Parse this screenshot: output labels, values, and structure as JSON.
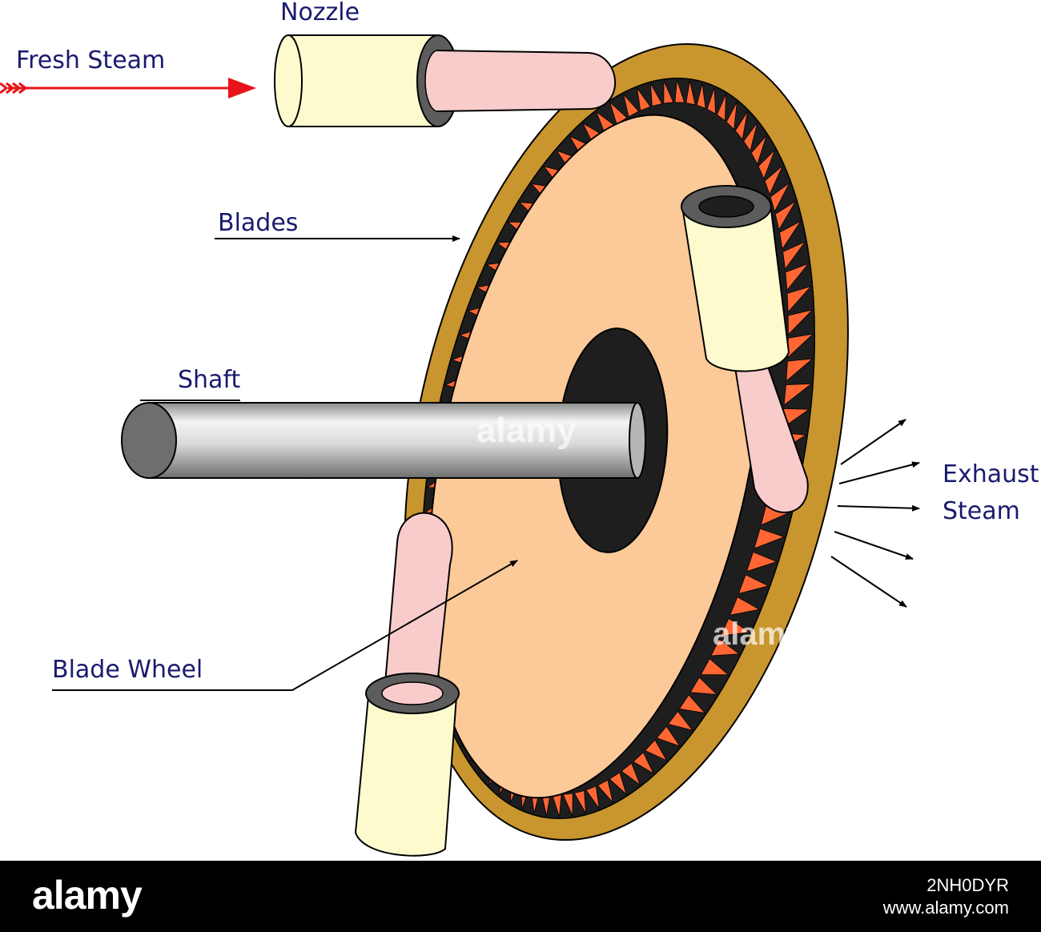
{
  "labels": {
    "nozzle": "Nozzle",
    "fresh_steam": "Fresh Steam",
    "blades": "Blades",
    "shaft": "Shaft",
    "exhaust_line1": "Exhaust",
    "exhaust_line2": "Steam",
    "blade_wheel": "Blade Wheel"
  },
  "watermark": "alamy",
  "footer": {
    "logo": "alamy",
    "image_id": "2NH0DYR",
    "url": "www.alamy.com"
  },
  "colors": {
    "label_text": "#1a1a6e",
    "fresh_steam_arrow": "#e8131a",
    "rim": "#c8952e",
    "blades": "#ff6633",
    "wheel_face": "#fcc999",
    "hub": "#1e1e1e",
    "nozzle_body": "#fdfbce",
    "nozzle_tube": "#f9cccc",
    "shaft": "#c0c0c0"
  }
}
